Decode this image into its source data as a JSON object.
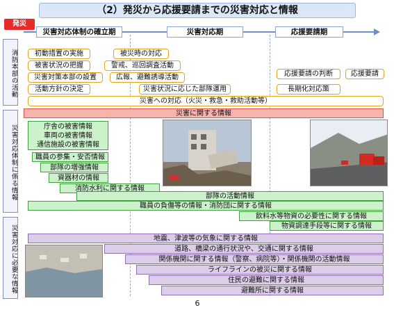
{
  "title": "（2）発災から応援要請までの災害対応と情報",
  "badge": "発災",
  "phases": [
    "災害対応体制の確立期",
    "災害対応期",
    "応援要請期"
  ],
  "sections": [
    "消防本部の活動",
    "災害対応体制に係る情報",
    "災害対応に必要な情報"
  ],
  "activities": {
    "initial": "初動措置の実施",
    "disaster_response": "被災時の対応",
    "damage": "被害状況の把握",
    "patrol": "警戒、巡回調査活動",
    "hq": "災害対策本部の設置",
    "pr": "広報、避難誘導活動",
    "policy": "活動方針の決定",
    "deployment": "災害状況に応じた部隊運用",
    "judge": "応援要請の判断",
    "request": "応援要請",
    "long_term": "長期化対応策",
    "overall": "災害への対応（火災・救急・救助活動等）"
  },
  "red_bar": "災害に関する情報",
  "green": {
    "agency_damage": "庁舎の被害情報",
    "vehicle_damage": "車両の被害情報",
    "comm_damage": "通信施設の被害情報",
    "staff": "職員の参集・安否情報",
    "reinforce": "部隊の増強情報",
    "equipment": "資器材の情報",
    "water": "消防水利に関する情報",
    "unit_activity": "部隊の活動情報",
    "staff_load": "職員の負傷等の情報・消防団に関する情報",
    "supplies": "飲料水等物資の必要性に関する情報",
    "procurement": "物資調達手段等に関する情報"
  },
  "purple": {
    "weather": "地震、津波等の気象に関する情報",
    "roads": "道路、橋梁の通行状況や、交通に関する情報",
    "agencies": "関係機関に関する情報（警察、病院等）・関係機関の活動情報",
    "lifeline": "ライフラインの被災に関する情報",
    "evacuation": "住民の避難に関する情報",
    "shelters": "避難所に関する情報"
  },
  "page_number": "6"
}
